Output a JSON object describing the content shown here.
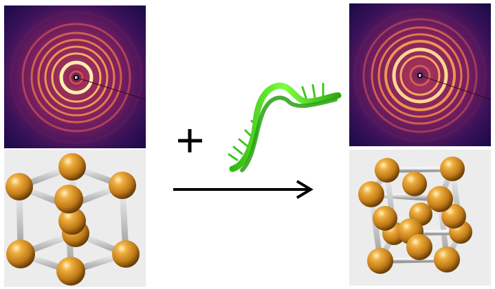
{
  "colors": {
    "background": "#ffffff",
    "diffraction_bg": "#1d0b4a",
    "ring_color": "#f5a55a",
    "crystal_bg": "#ececec",
    "atom_color": "#d48a2a",
    "bond_color": "#cfcfcf",
    "dna_color": "#44dd22",
    "arrow_color": "#000000"
  },
  "left": {
    "diffraction": "saxs-pattern-before",
    "lattice": "body-centered-cubic"
  },
  "right": {
    "diffraction": "saxs-pattern-after",
    "lattice": "face-centered-cubic"
  },
  "icons": {
    "plus": "plus-icon",
    "dna": "dna-strand-icon",
    "arrow": "right-arrow-icon"
  }
}
